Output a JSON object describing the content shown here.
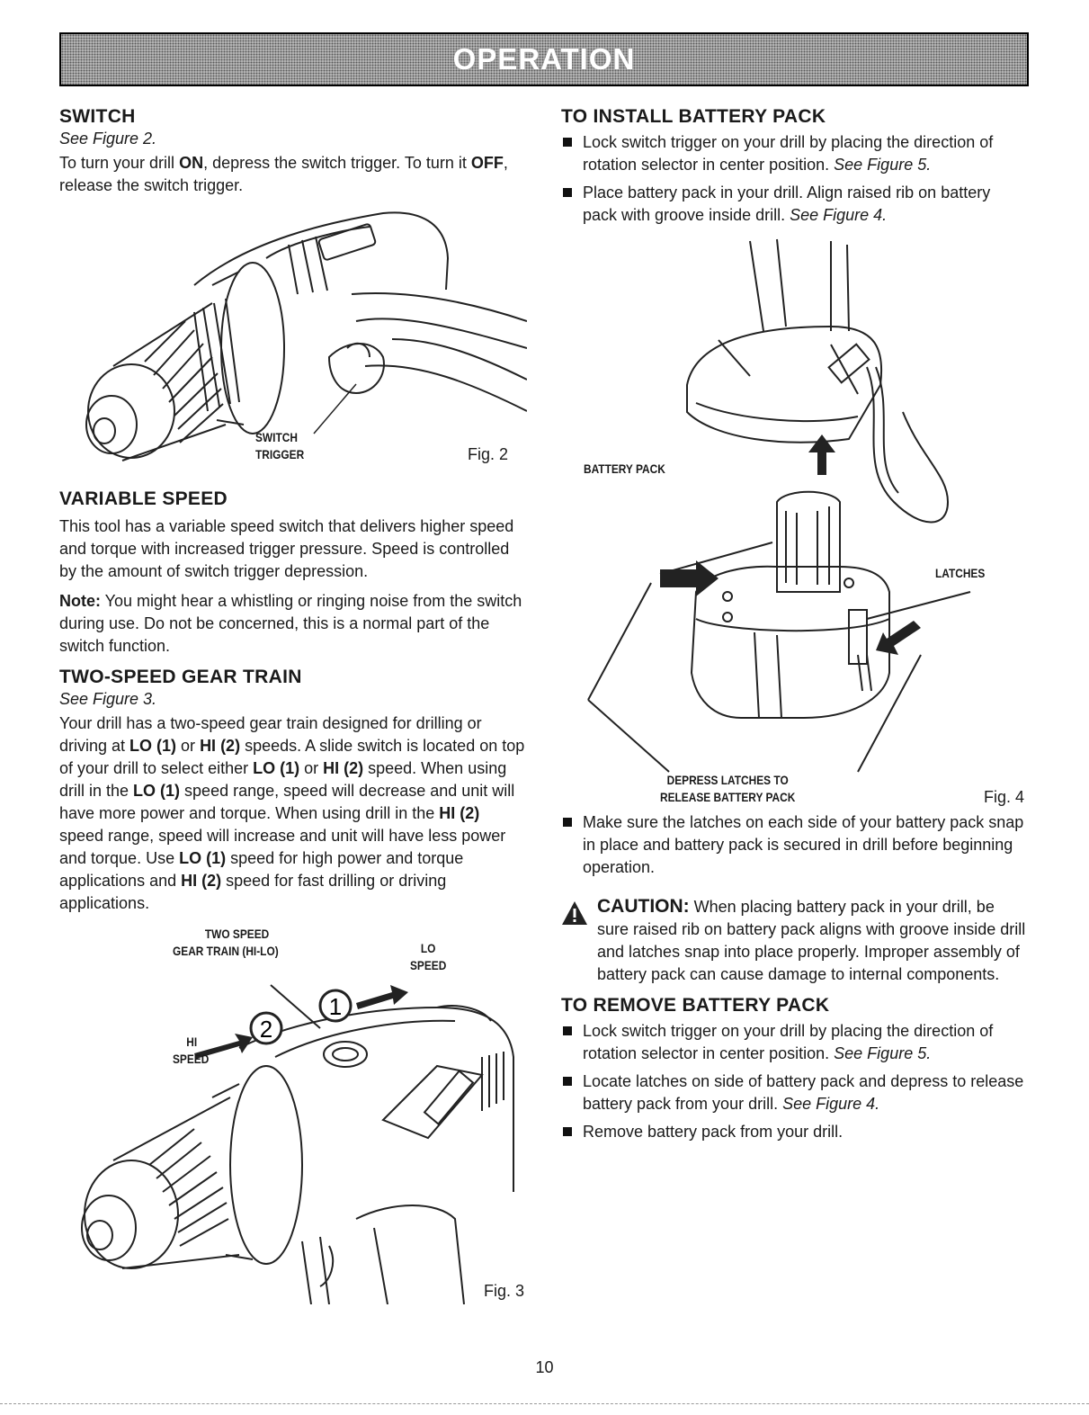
{
  "header": {
    "title": "OPERATION"
  },
  "switch_section": {
    "heading": "SWITCH",
    "ref": "See Figure 2.",
    "text_1": "To turn your drill ",
    "on": "ON",
    "text_2": ", depress the switch trigger. To turn it ",
    "off": "OFF",
    "text_3": ", release the switch trigger.",
    "fig": {
      "callout_line1": "SWITCH",
      "callout_line2": "TRIGGER",
      "label": "Fig. 2"
    }
  },
  "variable_speed": {
    "heading": "VARIABLE SPEED",
    "text": "This tool has a variable speed switch that delivers higher speed and torque with increased trigger pressure. Speed is controlled by the amount of switch trigger depression.",
    "note_label": "Note:",
    "note_text": " You might hear a whistling or ringing noise from the switch during use. Do not be concerned, this is a normal part of the switch function."
  },
  "two_speed": {
    "heading": "TWO-SPEED GEAR TRAIN",
    "ref": "See Figure 3.",
    "t1": "Your drill has a two-speed gear train designed for drilling or driving at ",
    "lo1": "LO (1)",
    "t2": " or ",
    "hi2": "HI (2)",
    "t3": " speeds. A slide switch is located on top of your drill to select either ",
    "lo1b": "LO (1)",
    "t4": " or ",
    "hi2b": "HI (2)",
    "t5": " speed. When using drill in the ",
    "lo1c": "LO (1)",
    "t6": " speed range, speed will decrease and unit will have more power and torque. When using drill in the ",
    "hi2c": "HI (2)",
    "t7": " speed range, speed will increase and unit will have less power and torque. Use ",
    "lo1d": "LO (1)",
    "t8": " speed for high power and torque applications and ",
    "hi2d": "HI (2)",
    "t9": " speed for fast drilling or driving applications.",
    "fig": {
      "callout_gear_1": "TWO SPEED",
      "callout_gear_2": "GEAR TRAIN (HI-LO)",
      "callout_lo_1": "LO",
      "callout_lo_2": "SPEED",
      "callout_hi_1": "HI",
      "callout_hi_2": "SPEED",
      "num_1": "1",
      "num_2": "2",
      "label": "Fig. 3"
    }
  },
  "install": {
    "heading": "TO INSTALL BATTERY PACK",
    "b1_text": "Lock switch trigger on your drill by placing the direction of rotation selector in center position. ",
    "b1_ref": "See Figure 5.",
    "b2_text": "Place battery pack in your drill. Align raised rib on battery pack with groove inside drill. ",
    "b2_ref": "See Figure 4.",
    "fig": {
      "callout_battery": "BATTERY PACK",
      "callout_latches": "LATCHES",
      "callout_depress_1": "DEPRESS LATCHES TO",
      "callout_depress_2": "RELEASE BATTERY PACK",
      "label": "Fig. 4"
    },
    "b3_text": "Make sure the latches on each side of your battery pack snap in place and battery pack is secured in drill before beginning operation."
  },
  "caution": {
    "label": "CAUTION:",
    "text": " When placing battery pack in your drill, be sure raised rib on battery pack aligns with groove inside drill and latches snap into place properly. Improper assembly of battery pack can cause damage to internal components."
  },
  "remove": {
    "heading": "TO REMOVE BATTERY PACK",
    "b1_text": "Lock switch trigger on your drill by placing the direction of rotation selector in center position. ",
    "b1_ref": "See Figure 5.",
    "b2_text": "Locate latches on side of battery pack and depress to release battery pack from your drill. ",
    "b2_ref": "See Figure 4.",
    "b3_text": "Remove battery pack from your drill."
  },
  "page": {
    "number": "10"
  }
}
